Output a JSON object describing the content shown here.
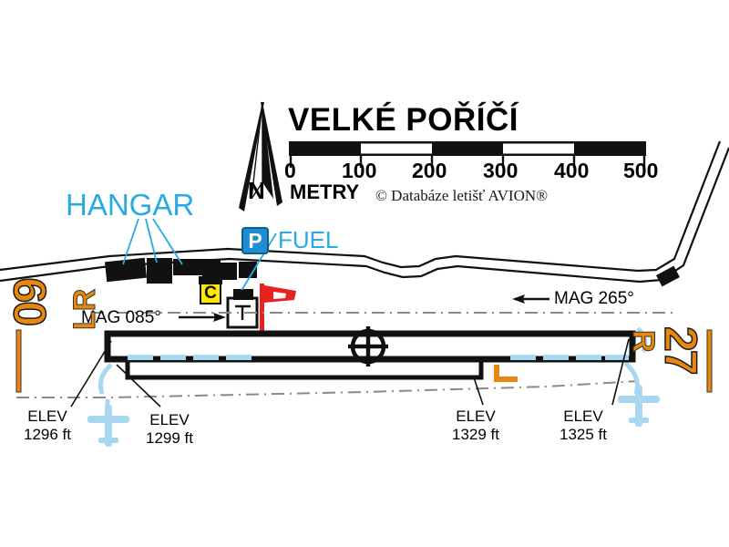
{
  "chart": {
    "title": "VELKÉ POŘÍČÍ",
    "copyright": "© Databáze letišť AVION®",
    "north_letter": "N",
    "scale": {
      "unit_label": "METRY",
      "ticks": [
        "0",
        "100",
        "200",
        "300",
        "400",
        "500"
      ],
      "max_meters": 500
    },
    "colors": {
      "annotation_cyan": "#29ABE2",
      "runway_orange": "#E8870E",
      "windsock_red": "#E8231F",
      "parking_blue": "#1C8ED1",
      "marker_yellow": "#FFE800",
      "grass_strip_blue": "#A8D8F0",
      "ink_black": "#111111"
    }
  },
  "annotations": {
    "hangar_label": "HANGAR",
    "fuel_label": "FUEL",
    "parking_icon_letter": "P",
    "circuit_marker_letter": "C"
  },
  "runway": {
    "designator_left": "09",
    "designator_right": "27",
    "side_marker_left": "LR",
    "side_marker_right": "R",
    "heading_left": "MAG 085°",
    "heading_right": "MAG 265°"
  },
  "elevations": [
    {
      "id": "elev-west-outer",
      "label": "ELEV",
      "value": "1296 ft"
    },
    {
      "id": "elev-west-inner",
      "label": "ELEV",
      "value": "1299 ft"
    },
    {
      "id": "elev-east-inner",
      "label": "ELEV",
      "value": "1329 ft"
    },
    {
      "id": "elev-east-outer",
      "label": "ELEV",
      "value": "1325 ft"
    }
  ],
  "chart_data": {
    "type": "map",
    "title": "VELKÉ POŘÍČÍ",
    "subtitle": "METRY",
    "scale_ticks": [
      0,
      100,
      200,
      300,
      400,
      500
    ],
    "features": [
      {
        "name": "runway-09-27",
        "kind": "runway",
        "designators": [
          "09",
          "27"
        ],
        "headings_mag": [
          85,
          265
        ]
      },
      {
        "name": "grass-strip",
        "kind": "grass-runway"
      },
      {
        "name": "road",
        "kind": "road"
      },
      {
        "name": "hangars",
        "kind": "buildings",
        "count": 6
      },
      {
        "name": "windsock",
        "kind": "windsock"
      },
      {
        "name": "arp",
        "kind": "aerodrome-reference-point"
      },
      {
        "name": "parking",
        "kind": "parking",
        "symbol": "P"
      },
      {
        "name": "circuit-point",
        "kind": "reporting-point",
        "symbol": "C"
      },
      {
        "name": "traffic-pattern-aircraft",
        "kind": "aircraft-symbol",
        "count": 2
      }
    ],
    "elevation_points_ft": [
      1296,
      1299,
      1329,
      1325
    ]
  }
}
